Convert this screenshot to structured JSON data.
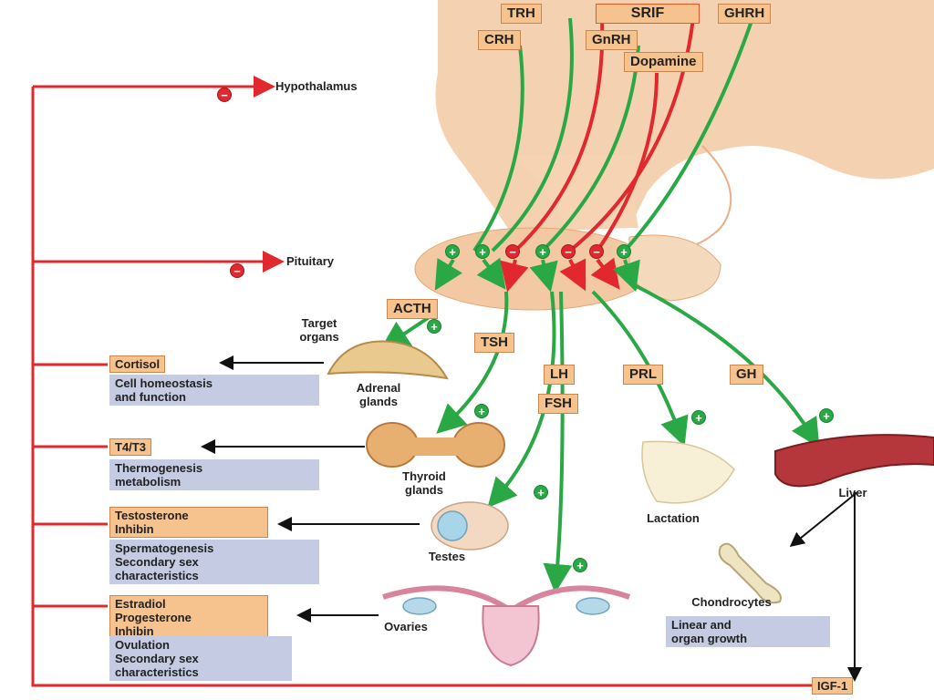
{
  "hypothalamic_hormones": [
    {
      "id": "trh",
      "label": "TRH"
    },
    {
      "id": "srif",
      "label": "SRIF"
    },
    {
      "id": "ghrh",
      "label": "GHRH"
    },
    {
      "id": "crh",
      "label": "CRH"
    },
    {
      "id": "gnrh",
      "label": "GnRH"
    },
    {
      "id": "dopamine",
      "label": "Dopamine"
    }
  ],
  "levels": {
    "hypothalamus": "Hypothalamus",
    "pituitary": "Pituitary"
  },
  "pituitary_hormones": [
    {
      "id": "acth",
      "label": "ACTH"
    },
    {
      "id": "tsh",
      "label": "TSH"
    },
    {
      "id": "lh",
      "label": "LH"
    },
    {
      "id": "fsh",
      "label": "FSH"
    },
    {
      "id": "prl",
      "label": "PRL"
    },
    {
      "id": "gh",
      "label": "GH"
    }
  ],
  "target_organs_label": "Target\norgans",
  "organs": {
    "adrenal": "Adrenal\nglands",
    "thyroid": "Thyroid\nglands",
    "testes": "Testes",
    "ovaries": "Ovaries",
    "lactation": "Lactation",
    "liver": "Liver",
    "chondrocytes": "Chondrocytes"
  },
  "products": {
    "cortisol": "Cortisol",
    "t4t3_main": "T4/T3",
    "testosterone": "Testosterone\nInhibin",
    "estradiol": "Estradiol\nProgesterone\nInhibin",
    "igf1": "IGF-1"
  },
  "effects": {
    "cortisol": "Cell homeostasis\nand function",
    "thyroid": "Thermogenesis\nmetabolism",
    "testes": "Spermatogenesis\nSecondary sex\ncharacteristics",
    "ovaries": "Ovulation\nSecondary sex\ncharacteristics",
    "liver": "Linear and\norgan growth"
  },
  "signs": {
    "plus": "+",
    "minus": "−"
  },
  "colors": {
    "stimulate": "#2aa845",
    "inhibit": "#e0282e",
    "feedback": "#e0282e",
    "tissue": "#f2c9a2"
  }
}
